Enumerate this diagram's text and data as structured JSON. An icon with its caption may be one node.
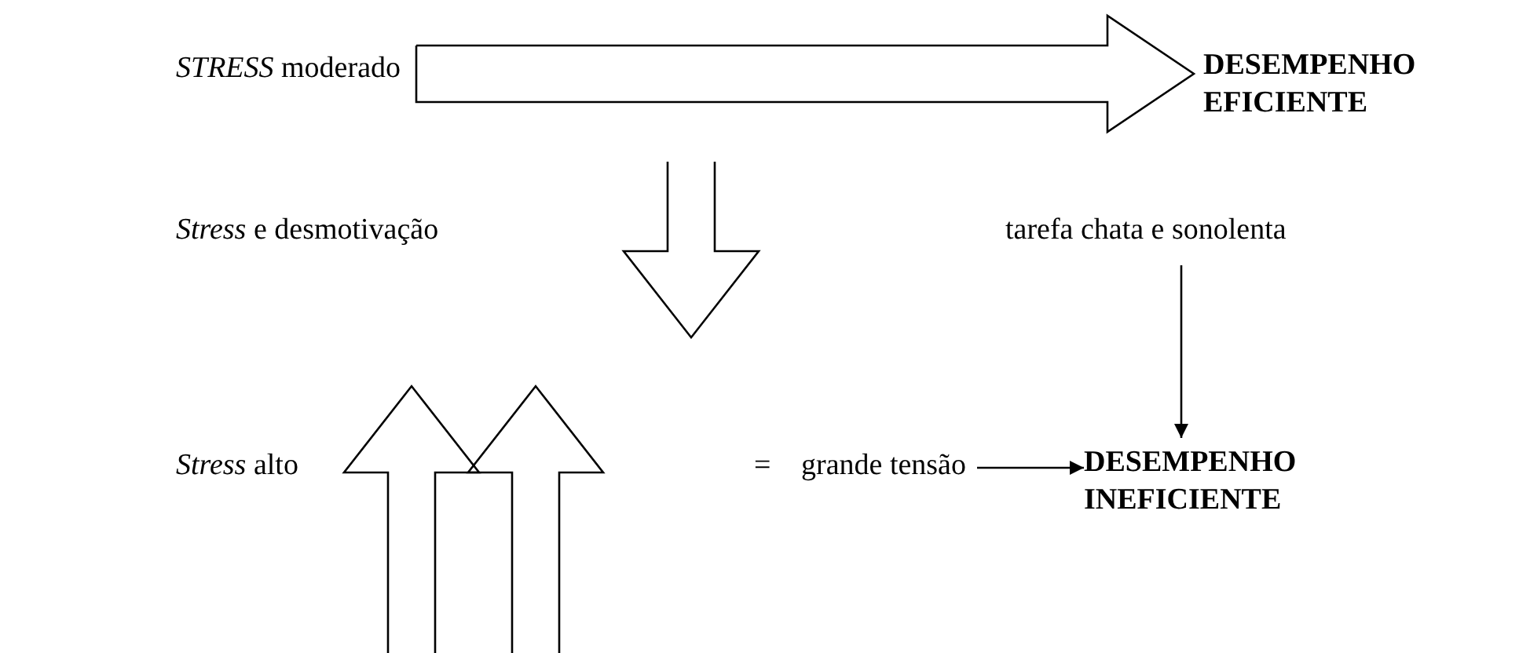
{
  "diagram": {
    "nodes": [
      {
        "text": [
          "*STRESS* moderado"
        ]
      },
      {
        "text": [
          "DESEMPENHO EFICIENTE"
        ]
      },
      {
        "text": [
          "*Stress* e desmotivação"
        ]
      },
      {
        "text": [
          "tarefa chata e sonolenta"
        ]
      },
      {
        "text": [
          "*Stress* alto"
        ]
      },
      {
        "text": [
          "grande tensão"
        ]
      },
      {
        "text": [
          "DESEMPENHO INEFICIENTE"
        ]
      }
    ],
    "edges": [
      {
        "from": 0,
        "to": 1,
        "arrow": "to",
        "style": "thick"
      },
      {
        "from": 3,
        "to": 6,
        "arrow": "to"
      },
      {
        "from": 5,
        "to": 6,
        "arrow": "to"
      }
    ],
    "labels": [
      "="
    ]
  }
}
